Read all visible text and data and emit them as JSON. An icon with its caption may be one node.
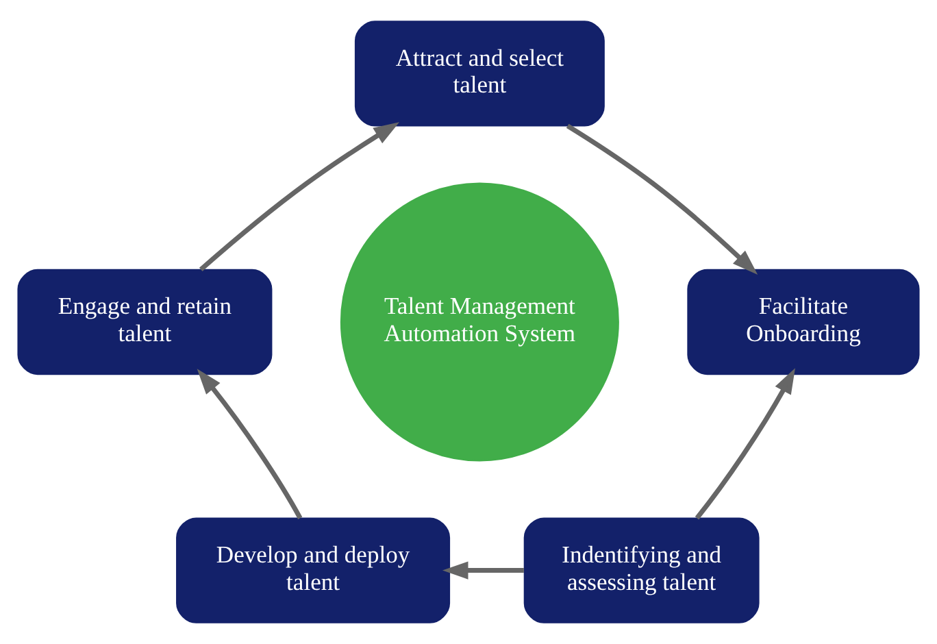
{
  "diagram": {
    "nodes": [
      {
        "text": [
          "Attract and select talent"
        ]
      },
      {
        "text": [
          "Engage and retain talent"
        ]
      },
      {
        "text": [
          "Talent Management Automation System"
        ]
      },
      {
        "text": [
          "Facilitate Onboarding"
        ]
      },
      {
        "text": [
          "Develop and deploy talent"
        ]
      },
      {
        "text": [
          "Indentifying and assessing talent"
        ]
      }
    ],
    "edges": [
      {
        "from": 0,
        "to": 3,
        "arrow": "to"
      },
      {
        "from": 5,
        "to": 3,
        "arrow": "to"
      },
      {
        "from": 5,
        "to": 4,
        "arrow": "to"
      },
      {
        "from": 4,
        "to": 1,
        "arrow": "to"
      },
      {
        "from": 1,
        "to": 0,
        "arrow": "to"
      }
    ]
  }
}
